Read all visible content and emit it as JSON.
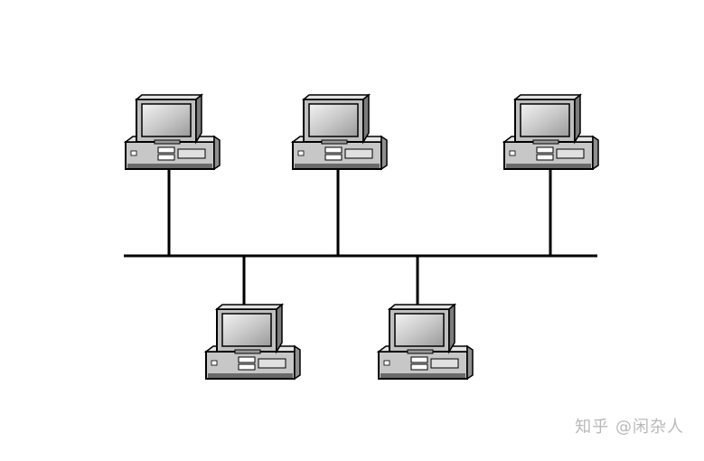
{
  "diagram": {
    "topology": "bus",
    "computers": [
      {
        "id": "pc-top-1",
        "row": "top",
        "icon": "desktop-computer-icon"
      },
      {
        "id": "pc-top-2",
        "row": "top",
        "icon": "desktop-computer-icon"
      },
      {
        "id": "pc-top-3",
        "row": "top",
        "icon": "desktop-computer-icon"
      },
      {
        "id": "pc-bottom-1",
        "row": "bottom",
        "icon": "desktop-computer-icon"
      },
      {
        "id": "pc-bottom-2",
        "row": "bottom",
        "icon": "desktop-computer-icon"
      }
    ],
    "colors": {
      "line": "#000000",
      "case_dark": "#3a3a3a",
      "case_light": "#bdbdbd",
      "screen": "#d8d8d8"
    }
  },
  "watermark": {
    "text": "知乎 @闲杂人"
  }
}
